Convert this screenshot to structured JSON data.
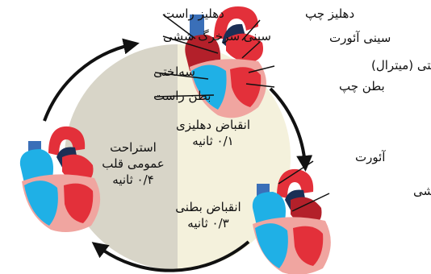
{
  "labels": {
    "right_atrium": "دهلیز راست",
    "left_atrium": "دهلیز چپ",
    "pulmonary_vein": "سینی سرخرگ ششی",
    "aortic_valve": "سینی آئورت",
    "mitral_valve": "دولختی (میترال)",
    "tricuspid_valve": "سه‌لختی",
    "right_ventricle": "بطن راست",
    "left_ventricle": "بطن چپ",
    "aorta": "آئورت",
    "pulmonary_artery": "سرخرگ ششی"
  },
  "phases": {
    "atrial_contraction": {
      "name": "انقباض دهلیزی",
      "duration": "۰/۱ ثانیه"
    },
    "ventricular_contraction": {
      "name": "انقباض بطنی",
      "duration": "۰/۳ ثانیه"
    },
    "general_rest": {
      "name_line1": "استراحت",
      "name_line2": "عمومی قلب",
      "duration": "۰/۴ ثانیه"
    }
  },
  "colors": {
    "rest_sector": "#d8d5c8",
    "contraction_sector": "#f4f1dc",
    "heart_red": "#e3303a",
    "heart_dark_red": "#b3202a",
    "heart_pink": "#f0a5a0",
    "heart_blue": "#1fb0e6",
    "vessel_blue": "#3a6fb8",
    "vessel_navy": "#1b2f55"
  }
}
